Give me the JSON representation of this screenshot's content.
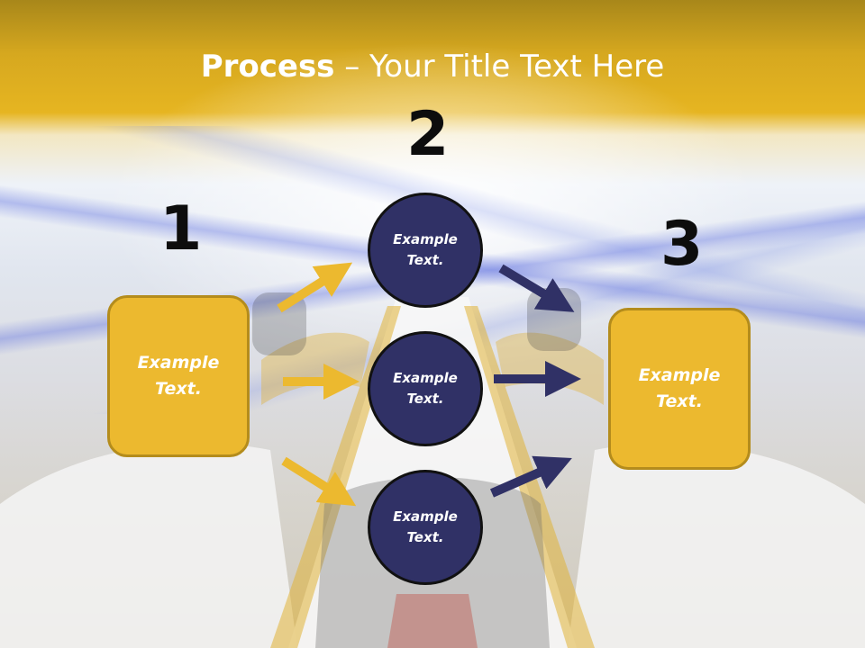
{
  "title": {
    "bold": "Process",
    "rest": " – Your Title Text Here"
  },
  "steps": {
    "one": "1",
    "two": "2",
    "three": "3"
  },
  "left_box": {
    "text": "Example Text."
  },
  "right_box": {
    "text": "Example Text."
  },
  "circles": [
    {
      "text": "Example Text."
    },
    {
      "text": "Example Text."
    },
    {
      "text": "Example Text."
    }
  ],
  "colors": {
    "box_fill": "#ecb92f",
    "box_border": "#b48c1c",
    "circle_fill": "#303166",
    "arrow_yellow": "#ecb92f",
    "arrow_navy": "#303166",
    "header_gold": "#e6b521"
  }
}
